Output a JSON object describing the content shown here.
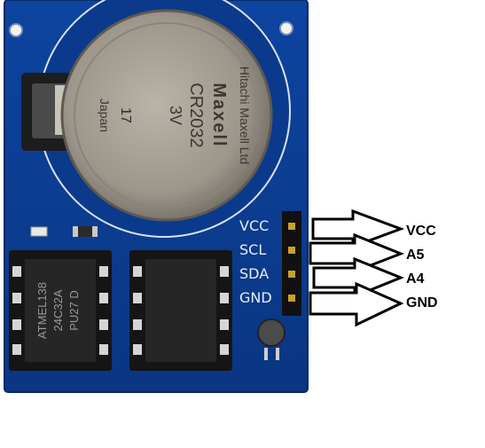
{
  "board": {
    "color": "#0b3a8c",
    "battery": {
      "brand": "Maxell",
      "model": "CR2032",
      "voltage": "3V",
      "maker": "Hitachi Maxell Ltd",
      "origin": "Japan",
      "lot": "17"
    },
    "eeprom": {
      "line1": "ATMEL138",
      "line2": "24C32A",
      "line3": "PU27 D"
    },
    "silkscreen": [
      "VCC",
      "SCL",
      "SDA",
      "GND"
    ]
  },
  "pins": [
    {
      "silk": "VCC",
      "label": "VCC"
    },
    {
      "silk": "SCL",
      "label": "A5"
    },
    {
      "silk": "SDA",
      "label": "A4"
    },
    {
      "silk": "GND",
      "label": "GND"
    }
  ]
}
